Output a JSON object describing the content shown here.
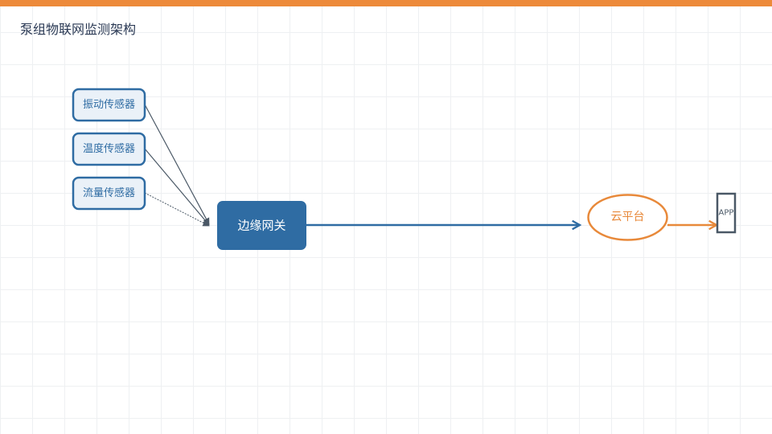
{
  "page": {
    "title": "泵组物联网监测架构"
  },
  "colors": {
    "accent_bar": "#ed8a3a",
    "sensor_border": "#2f6ca3",
    "sensor_fill": "#eaf1f8",
    "sensor_text": "#2f6ca3",
    "gateway_fill": "#2f6ca3",
    "gateway_text": "#ffffff",
    "cloud_stroke": "#e8893a",
    "cloud_text": "#e8893a",
    "app_stroke": "#4a5866",
    "app_text": "#4a5866",
    "main_link": "#2f6ca3",
    "sensor_link": "#4a5866",
    "app_link": "#e8893a"
  },
  "sensors": [
    {
      "id": "vibration",
      "label": "振动传感器"
    },
    {
      "id": "temperature",
      "label": "温度传感器"
    },
    {
      "id": "flow",
      "label": "流量传感器"
    }
  ],
  "gateway": {
    "label": "边缘网关"
  },
  "cloud": {
    "label": "云平台"
  },
  "app": {
    "label": "APP"
  }
}
